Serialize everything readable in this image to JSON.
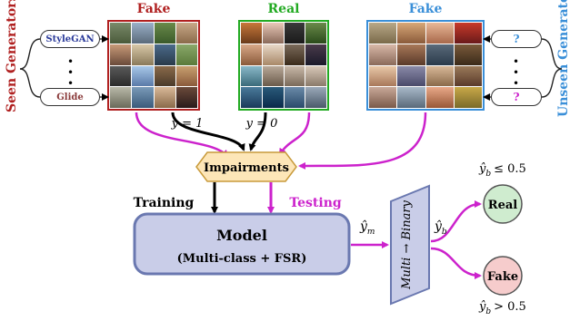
{
  "left_side_label": "Seen Generators",
  "right_side_label": "Unseen Generators",
  "seen_generators": [
    "StyleGAN",
    "Glide"
  ],
  "unseen_generators": [
    "?",
    "?"
  ],
  "panels": [
    {
      "title": "Fake",
      "color": "#b02020"
    },
    {
      "title": "Real",
      "color": "#22aa22"
    },
    {
      "title": "Fake",
      "color": "#3a8fd8"
    }
  ],
  "labels": {
    "y_fake": "y = 1",
    "y_real": "y = 0",
    "impairments": "Impairments",
    "training": "Training",
    "testing": "Testing",
    "model_title": "Model",
    "model_sub": "(Multi-class + FSR)",
    "y_m": "ŷ",
    "y_m_sub": "m",
    "converter": "Multi → Binary",
    "y_b": "ŷ",
    "y_b_sub": "b",
    "real_node": "Real",
    "fake_node": "Fake",
    "real_cond": "≤ 0.5",
    "fake_cond": "> 0.5"
  },
  "colors": {
    "magenta": "#cc22cc",
    "impairments_fill": "#fde6b8",
    "model_fill": "#c9cde8",
    "model_border": "#6a78b0",
    "converter_fill": "#c9cde8",
    "real_node_fill": "#cfeccf",
    "fake_node_fill": "#f6cccc",
    "testing_text": "#cc22cc"
  }
}
